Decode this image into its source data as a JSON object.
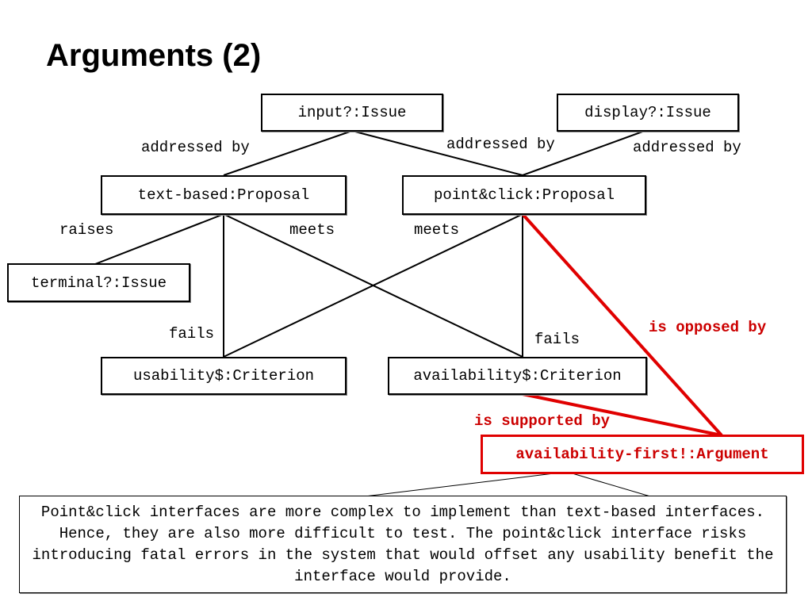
{
  "slide": {
    "title": "Arguments (2)"
  },
  "nodes": {
    "input_issue": "input?:Issue",
    "display_issue": "display?:Issue",
    "text_based_proposal": "text-based:Proposal",
    "point_click_proposal": "point&click:Proposal",
    "terminal_issue": "terminal?:Issue",
    "usability_criterion": "usability$:Criterion",
    "availability_criterion": "availability$:Criterion",
    "availability_first_argument": "availability-first!:Argument"
  },
  "edge_labels": {
    "addressed_by_1": "addressed by",
    "addressed_by_2": "addressed by",
    "addressed_by_3": "addressed by",
    "raises": "raises",
    "meets_1": "meets",
    "meets_2": "meets",
    "fails_1": "fails",
    "fails_2": "fails",
    "is_opposed_by": "is opposed by",
    "is_supported_by": "is supported by"
  },
  "argument_text": "Point&click interfaces are more complex to implement than text-based interfaces. Hence, they are also more difficult to test. The point&click interface risks introducing fatal errors in the system that would offset any usability benefit the interface would provide.",
  "colors": {
    "highlight": "#e00000",
    "default": "#000000"
  }
}
